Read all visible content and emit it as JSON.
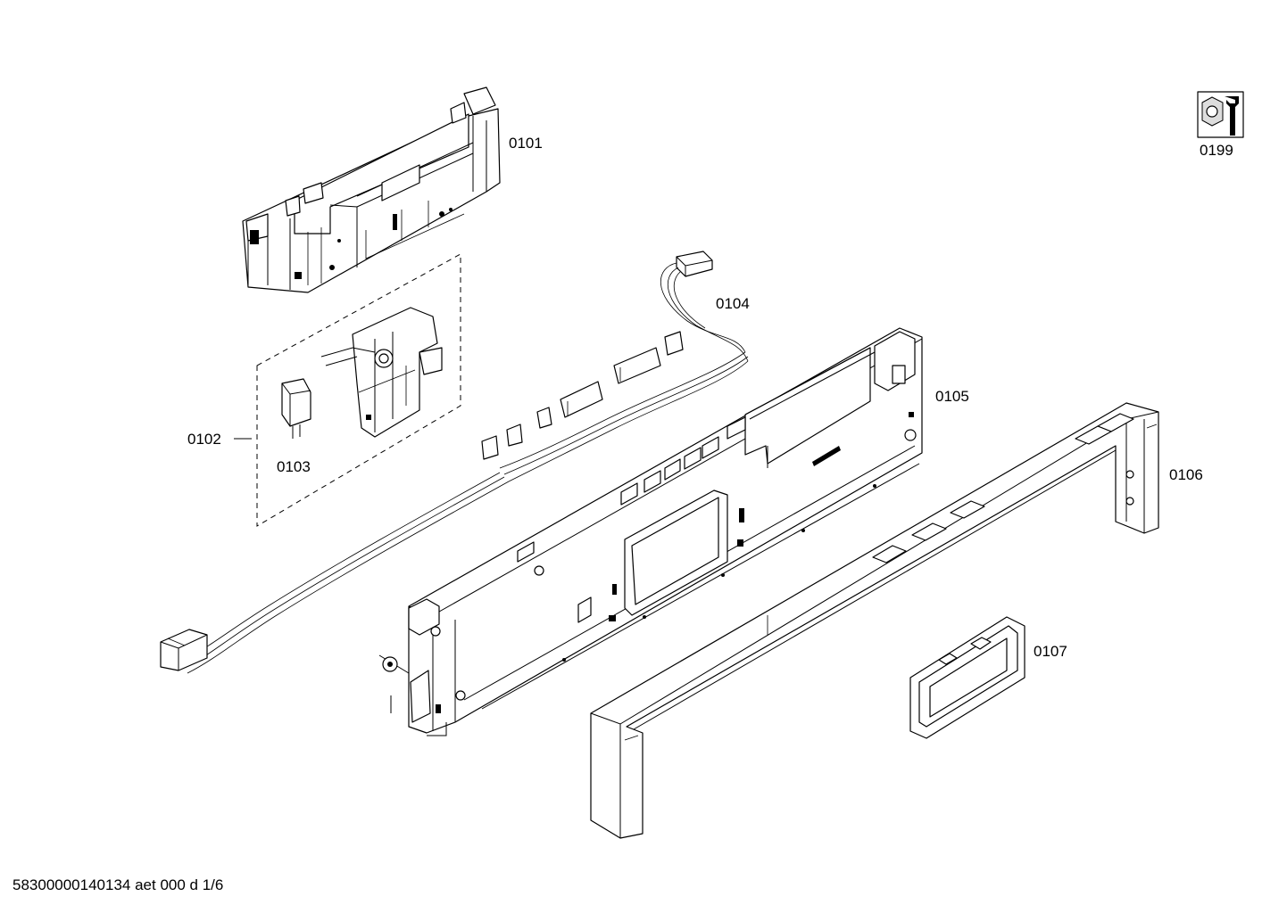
{
  "parts": {
    "p0101": "0101",
    "p0102": "0102",
    "p0103": "0103",
    "p0104": "0104",
    "p0105": "0105",
    "p0106": "0106",
    "p0107": "0107",
    "p0199": "0199"
  },
  "footer": "58300000140134 aet 000 d 1/6",
  "icons": {
    "p0199": "nut-and-wrench-icon"
  }
}
